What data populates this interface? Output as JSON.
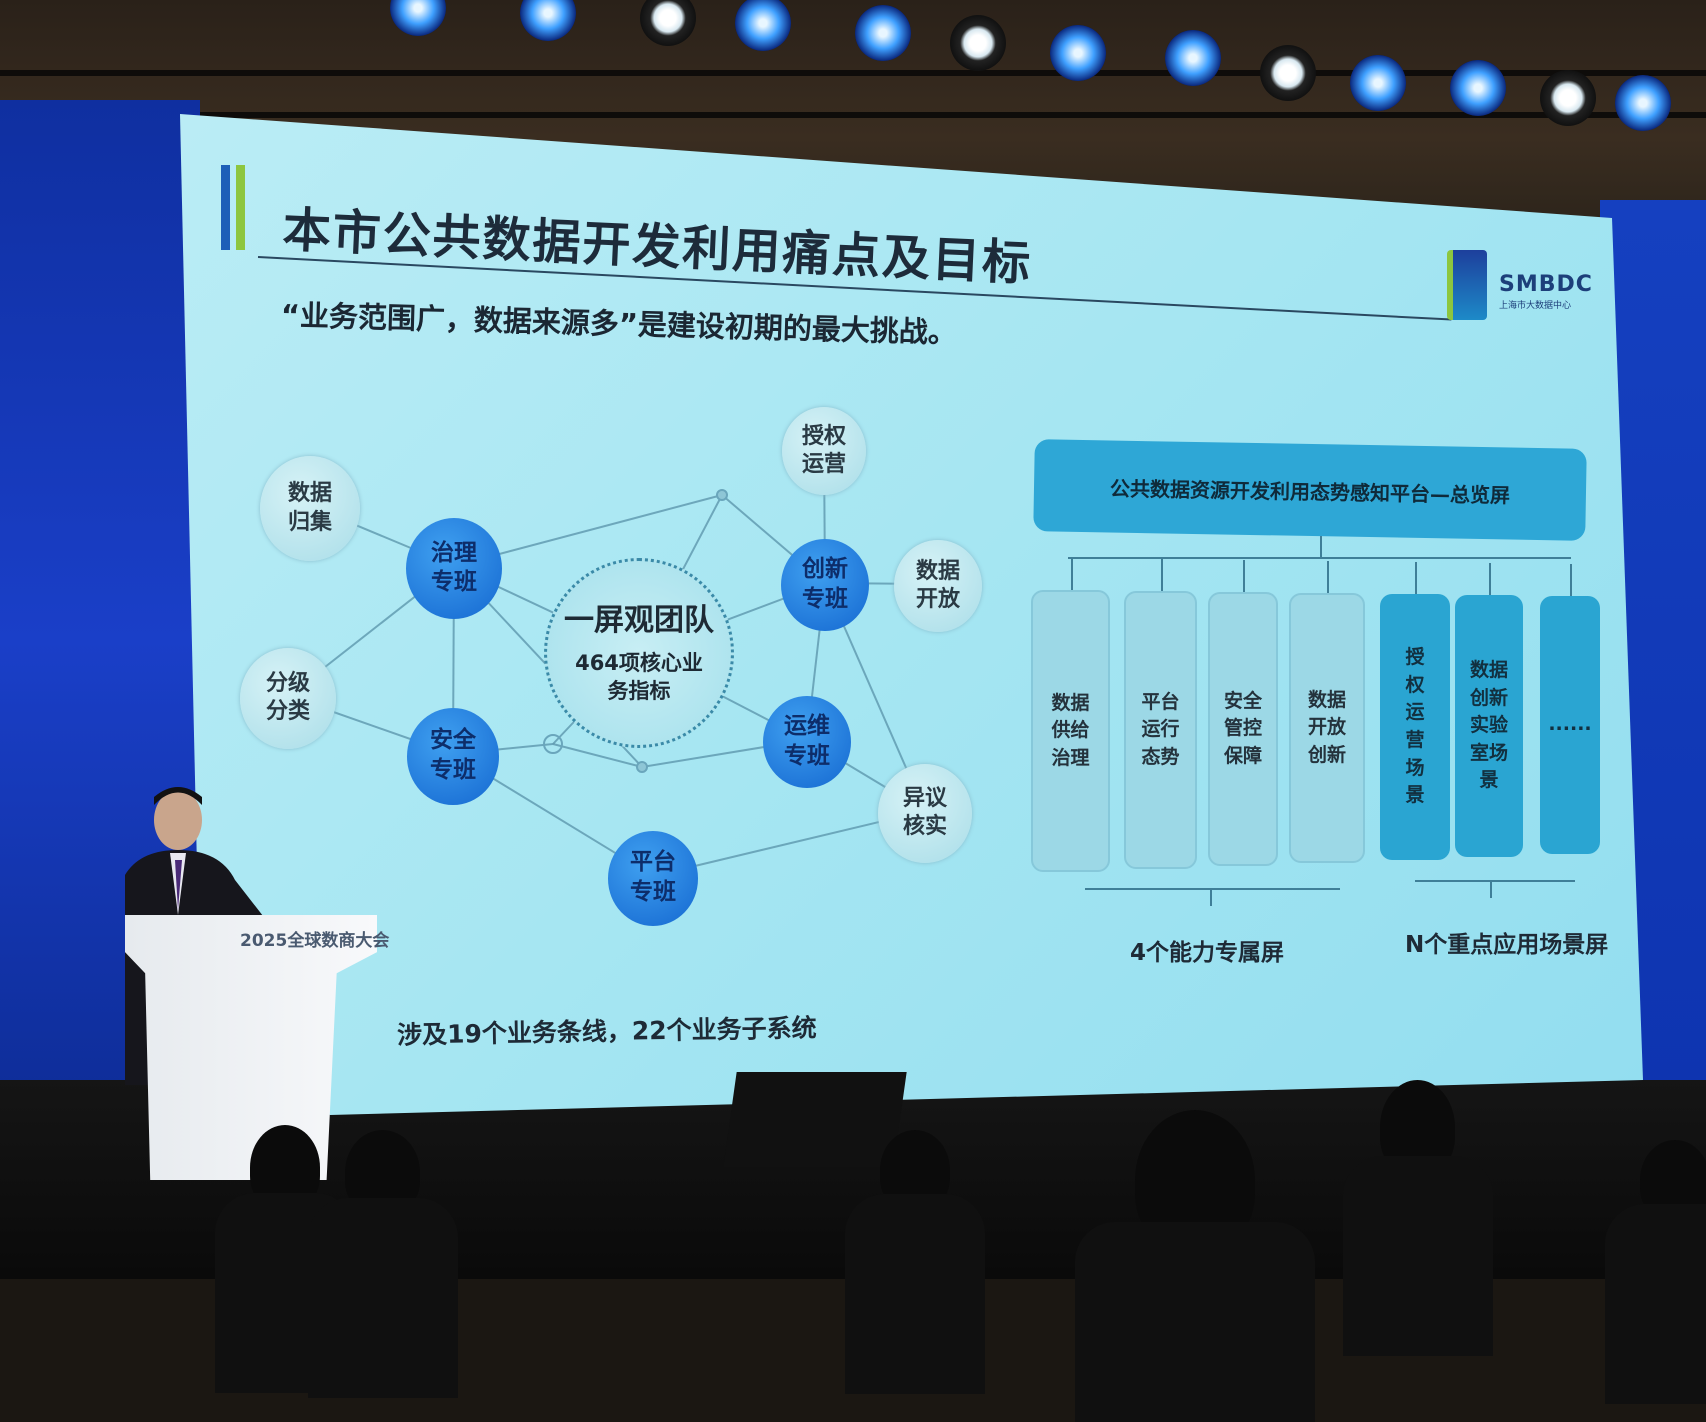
{
  "slide": {
    "title": "本市公共数据开发利用痛点及目标",
    "subtitle": "“业务范围广，数据来源多”是建设初期的最大挑战。",
    "logo": {
      "text": "SMBDC",
      "sub": "上海市大数据中心"
    },
    "network": {
      "center": {
        "title": "一屏观团队",
        "sub": "464项核心业\n务指标"
      },
      "nodes": [
        {
          "id": "gj",
          "label": "数据\n归集",
          "kind": "light"
        },
        {
          "id": "zl",
          "label": "治理\n专班",
          "kind": "dark"
        },
        {
          "id": "fj",
          "label": "分级\n分类",
          "kind": "light"
        },
        {
          "id": "aq",
          "label": "安全\n专班",
          "kind": "dark"
        },
        {
          "id": "sq",
          "label": "授权\n运营",
          "kind": "light"
        },
        {
          "id": "cx",
          "label": "创新\n专班",
          "kind": "dark"
        },
        {
          "id": "kf",
          "label": "数据\n开放",
          "kind": "light"
        },
        {
          "id": "yw",
          "label": "运维\n专班",
          "kind": "dark"
        },
        {
          "id": "yy",
          "label": "异议\n核实",
          "kind": "light"
        },
        {
          "id": "pt",
          "label": "平台\n专班",
          "kind": "dark"
        }
      ],
      "edges": [
        [
          "gj",
          "zl"
        ],
        [
          "zl",
          "fj"
        ],
        [
          "fj",
          "aq"
        ],
        [
          "zl",
          "aq"
        ],
        [
          "zl",
          "center"
        ],
        [
          "zl",
          "p1"
        ],
        [
          "p1",
          "cx"
        ],
        [
          "sq",
          "cx"
        ],
        [
          "cx",
          "kf"
        ],
        [
          "cx",
          "center"
        ],
        [
          "cx",
          "yw"
        ],
        [
          "cx",
          "yy"
        ],
        [
          "yw",
          "yy"
        ],
        [
          "yw",
          "center"
        ],
        [
          "aq",
          "p2"
        ],
        [
          "p2",
          "center"
        ],
        [
          "aq",
          "pt"
        ],
        [
          "pt",
          "yy"
        ],
        [
          "p3",
          "yw"
        ],
        [
          "p2",
          "p3"
        ],
        [
          "zl",
          "p3"
        ],
        [
          "p1",
          "center"
        ]
      ]
    },
    "platform": {
      "banner": "公共数据资源开发利用态势感知平台—总览屏",
      "capability_screens": [
        "数据\n供给\n治理",
        "平台\n运行\n态势",
        "安全\n管控\n保障",
        "数据\n开放\n创新"
      ],
      "scenario_screens": [
        "授\n权\n运\n营\n场\n景",
        "数据\n创新\n实验\n室场\n景",
        "......"
      ],
      "capability_label": "4个能力专属屏",
      "scenario_label": "N个重点应用场景屏"
    },
    "footnote": "涉及19个业务条线，22个业务子系统"
  },
  "venue": {
    "podium_text": "2025全球数商大会"
  },
  "colors": {
    "slide_bg": "#a6e6f2",
    "node_dark": "#1467d0",
    "node_light": "#a9dde8",
    "banner": "#2ea7d6",
    "led_wall": "#1a3fc8"
  }
}
